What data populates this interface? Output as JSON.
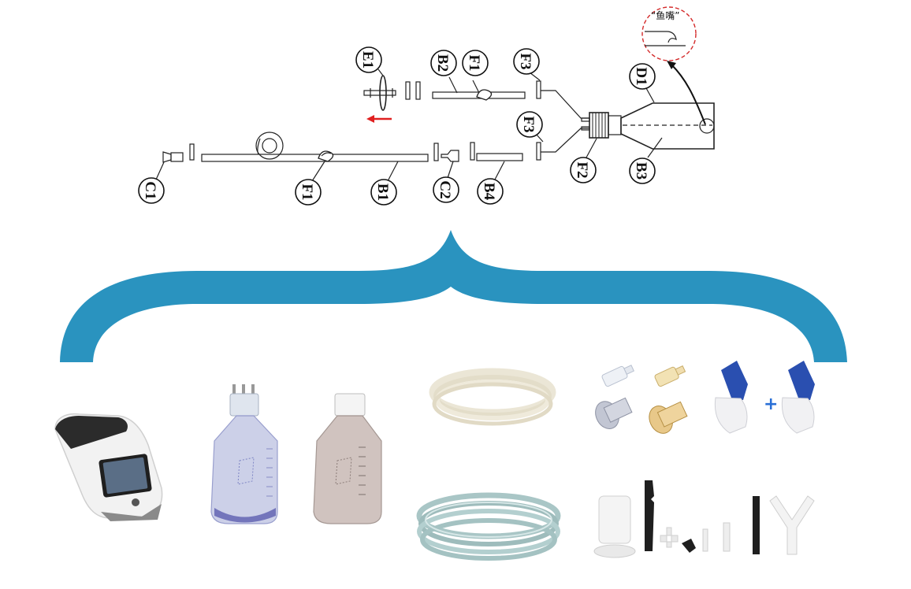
{
  "diagram": {
    "part_labels": {
      "E1": "E1",
      "B2": "B2",
      "F1_top": "F1",
      "F3_top": "F3",
      "D1": "D1",
      "F3_mid": "F3",
      "C1": "C1",
      "F1_bottom": "F1",
      "B1": "B1",
      "C2": "C2",
      "B4": "B4",
      "F2": "F2",
      "B3": "B3"
    },
    "callout_text": "“鱼嘴”",
    "plus_sign": "+"
  },
  "colors": {
    "brace": "#2a93bf",
    "arrow_red": "#e02020",
    "callout_dash": "#d42a2a",
    "plus_blue": "#2a6fd6"
  },
  "products": [
    "device-photo",
    "bottle-with-cap-ports",
    "bottle-amber-cap",
    "silicone-tubing-coil",
    "pvc-tubing-coil",
    "luer-connectors",
    "tubing-clamps",
    "barbed-connectors"
  ]
}
